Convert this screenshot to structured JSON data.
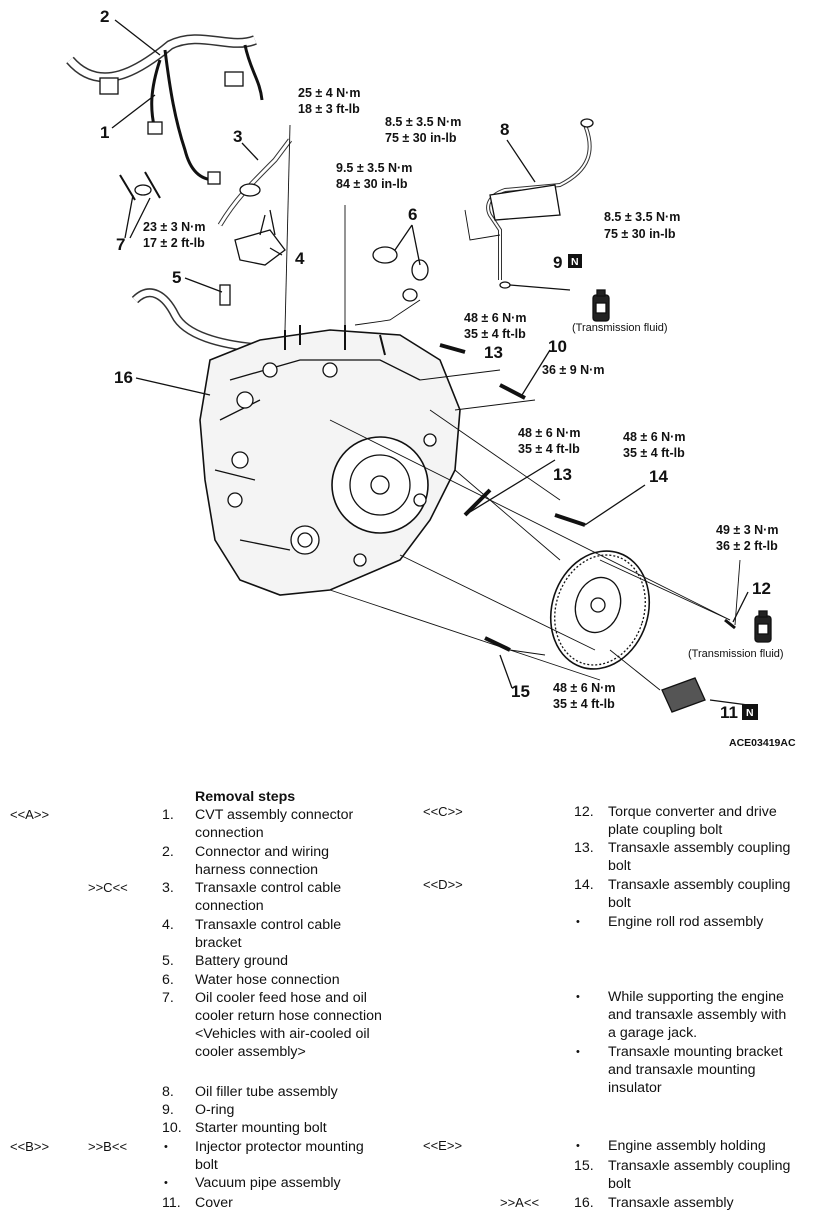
{
  "figure": {
    "callouts": {
      "c1": "1",
      "c2": "2",
      "c3": "3",
      "c4": "4",
      "c5": "5",
      "c6": "6",
      "c7": "7",
      "c8": "8",
      "c9": "9",
      "c10": "10",
      "c11": "11",
      "c12": "12",
      "c13a": "13",
      "c13b": "13",
      "c14": "14",
      "c15": "15",
      "c16": "16"
    },
    "torques": {
      "t1a": "25 ± 4 N·m",
      "t1b": "18 ± 3 ft-lb",
      "t2a": "8.5 ± 3.5 N·m",
      "t2b": "75 ± 30 in-lb",
      "t3a": "9.5 ± 3.5 N·m",
      "t3b": "84 ± 30 in-lb",
      "t4a": "23 ± 3 N·m",
      "t4b": "17 ± 2 ft-lb",
      "t5a": "8.5 ± 3.5 N·m",
      "t5b": "75 ± 30 in-lb",
      "t6a": "48 ± 6 N·m",
      "t6b": "35 ± 4 ft-lb",
      "t7a": "36 ± 9 N·m",
      "t8a": "48 ± 6 N·m",
      "t8b": "35 ± 4 ft-lb",
      "t9a": "48 ± 6 N·m",
      "t9b": "35 ± 4 ft-lb",
      "t10a": "49 ± 3 N·m",
      "t10b": "36 ± 2 ft-lb",
      "t11a": "48 ± 6 N·m",
      "t11b": "35 ± 4 ft-lb"
    },
    "fluid_label_1": "(Transmission fluid)",
    "fluid_label_2": "(Transmission fluid)",
    "n_badge": "N",
    "figure_code": "ACE03419AC"
  },
  "steps": {
    "heading": "Removal steps",
    "left": [
      {
        "mark1": "<<A>>",
        "mark2": "",
        "num": "1.",
        "lines": [
          "CVT assembly connector",
          "connection"
        ]
      },
      {
        "mark1": "",
        "mark2": "",
        "num": "2.",
        "lines": [
          "Connector and wiring",
          "harness connection"
        ]
      },
      {
        "mark1": "",
        "mark2": ">>C<<",
        "num": "3.",
        "lines": [
          "Transaxle control cable",
          "connection"
        ]
      },
      {
        "mark1": "",
        "mark2": "",
        "num": "4.",
        "lines": [
          "Transaxle control cable",
          "bracket"
        ]
      },
      {
        "mark1": "",
        "mark2": "",
        "num": "5.",
        "lines": [
          "Battery ground"
        ]
      },
      {
        "mark1": "",
        "mark2": "",
        "num": "6.",
        "lines": [
          "Water hose connection"
        ]
      },
      {
        "mark1": "",
        "mark2": "",
        "num": "7.",
        "lines": [
          "Oil cooler feed hose and oil",
          "cooler return hose connection",
          "<Vehicles with air-cooled oil",
          "cooler assembly>"
        ]
      },
      {
        "mark1": "",
        "mark2": "",
        "num": "8.",
        "lines": [
          "Oil filler tube assembly"
        ]
      },
      {
        "mark1": "",
        "mark2": "",
        "num": "9.",
        "lines": [
          "O-ring"
        ]
      },
      {
        "mark1": "",
        "mark2": "",
        "num": "10.",
        "lines": [
          "Starter mounting bolt"
        ]
      },
      {
        "mark1": "<<B>>",
        "mark2": ">>B<<",
        "num": "•",
        "lines": [
          "Injector protector mounting",
          "bolt"
        ]
      },
      {
        "mark1": "",
        "mark2": "",
        "num": "•",
        "lines": [
          "Vacuum pipe assembly"
        ]
      },
      {
        "mark1": "",
        "mark2": "",
        "num": "11.",
        "lines": [
          "Cover"
        ]
      }
    ],
    "right": [
      {
        "mark1": "<<C>>",
        "mark2": "",
        "num": "12.",
        "lines": [
          "Torque converter and drive",
          "plate coupling bolt"
        ]
      },
      {
        "mark1": "",
        "mark2": "",
        "num": "13.",
        "lines": [
          "Transaxle assembly coupling",
          "bolt"
        ]
      },
      {
        "mark1": "<<D>>",
        "mark2": "",
        "num": "14.",
        "lines": [
          "Transaxle assembly coupling",
          "bolt"
        ]
      },
      {
        "mark1": "",
        "mark2": "",
        "num": "•",
        "lines": [
          "Engine roll rod assembly"
        ]
      },
      {
        "mark1": "",
        "mark2": "",
        "num": "•",
        "lines": [
          "While supporting the engine",
          "and transaxle assembly with",
          "a garage jack."
        ]
      },
      {
        "mark1": "",
        "mark2": "",
        "num": "•",
        "lines": [
          "Transaxle mounting bracket",
          "and transaxle mounting",
          "insulator"
        ]
      },
      {
        "mark1": "<<E>>",
        "mark2": "",
        "num": "•",
        "lines": [
          "Engine assembly holding"
        ]
      },
      {
        "mark1": "",
        "mark2": "",
        "num": "15.",
        "lines": [
          "Transaxle assembly coupling",
          "bolt"
        ]
      },
      {
        "mark1": "",
        "mark2": ">>A<<",
        "num": "16.",
        "lines": [
          "Transaxle assembly"
        ]
      }
    ]
  }
}
